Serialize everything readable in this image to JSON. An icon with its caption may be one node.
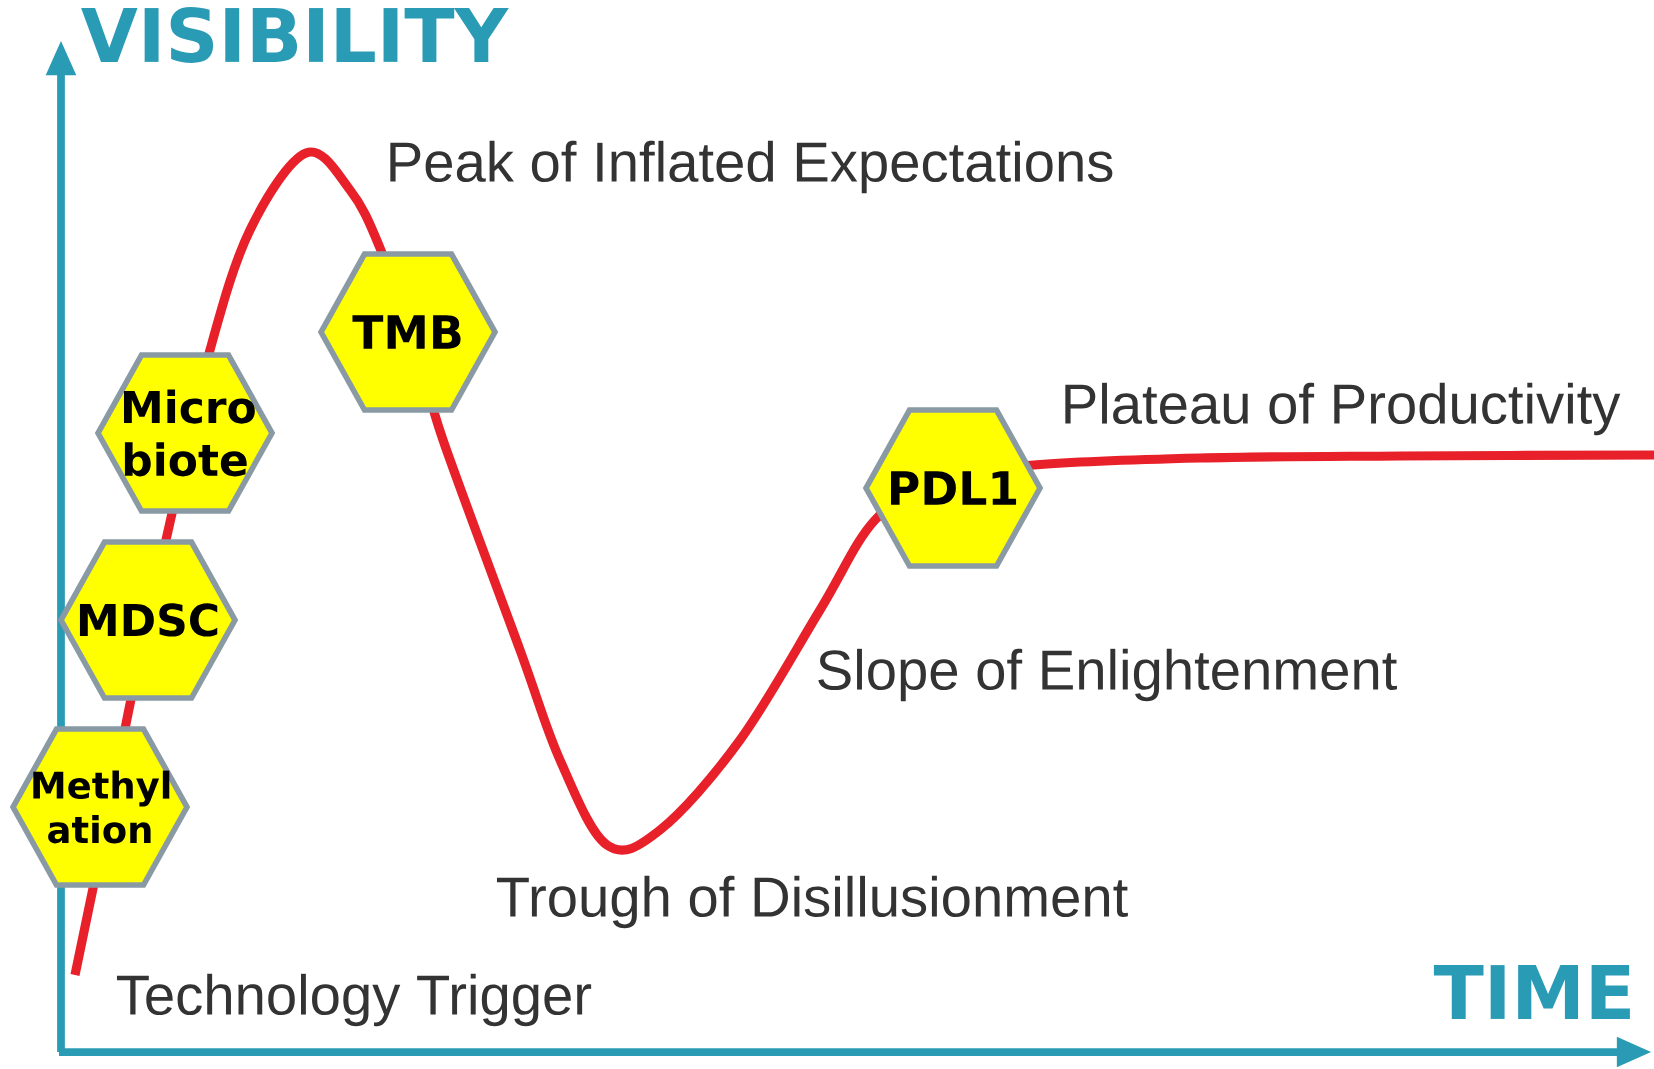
{
  "diagram": {
    "nodes": [
      {
        "text": [
          "TMB"
        ]
      },
      {
        "text": [
          "Micro biote"
        ]
      },
      {
        "text": [
          "PDL1"
        ]
      },
      {
        "text": [
          "MDSC"
        ]
      },
      {
        "text": [
          "Methyl ation"
        ]
      }
    ],
    "labels": [
      "VISIBILITY",
      "Peak of Inflated Expectations",
      "Plateau of Productivity",
      "Slope of Enlightenment",
      "Trough of Disillusionment",
      "Technology Trigger",
      "TIME"
    ]
  }
}
